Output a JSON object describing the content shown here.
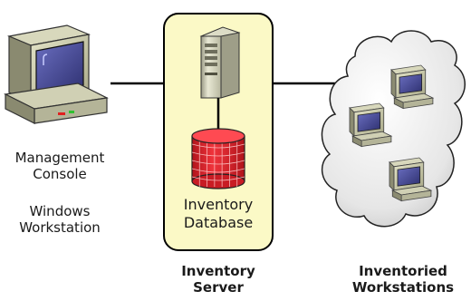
{
  "left_node": {
    "label_line1": "Management",
    "label_line2": "Console",
    "sub_line1": "Windows",
    "sub_line2": "Workstation",
    "icon": "desktop-computer-icon"
  },
  "center_node": {
    "db_label_line1": "Inventory",
    "db_label_line2": "Database",
    "caption_line1": "Inventory",
    "caption_line2": "Server",
    "icon_server": "server-tower-icon",
    "icon_db": "database-cylinder-icon",
    "box_color": "#fbf9c6",
    "db_color": "#e8222b"
  },
  "right_node": {
    "caption_line1": "Inventoried",
    "caption_line2": "Workstations",
    "icon_cloud": "cloud-icon",
    "icon_workstation": "desktop-computer-icon"
  },
  "colors": {
    "connector": "#000000",
    "monitor_body": "#c8c8a8",
    "screen": "#4a4e9c"
  }
}
